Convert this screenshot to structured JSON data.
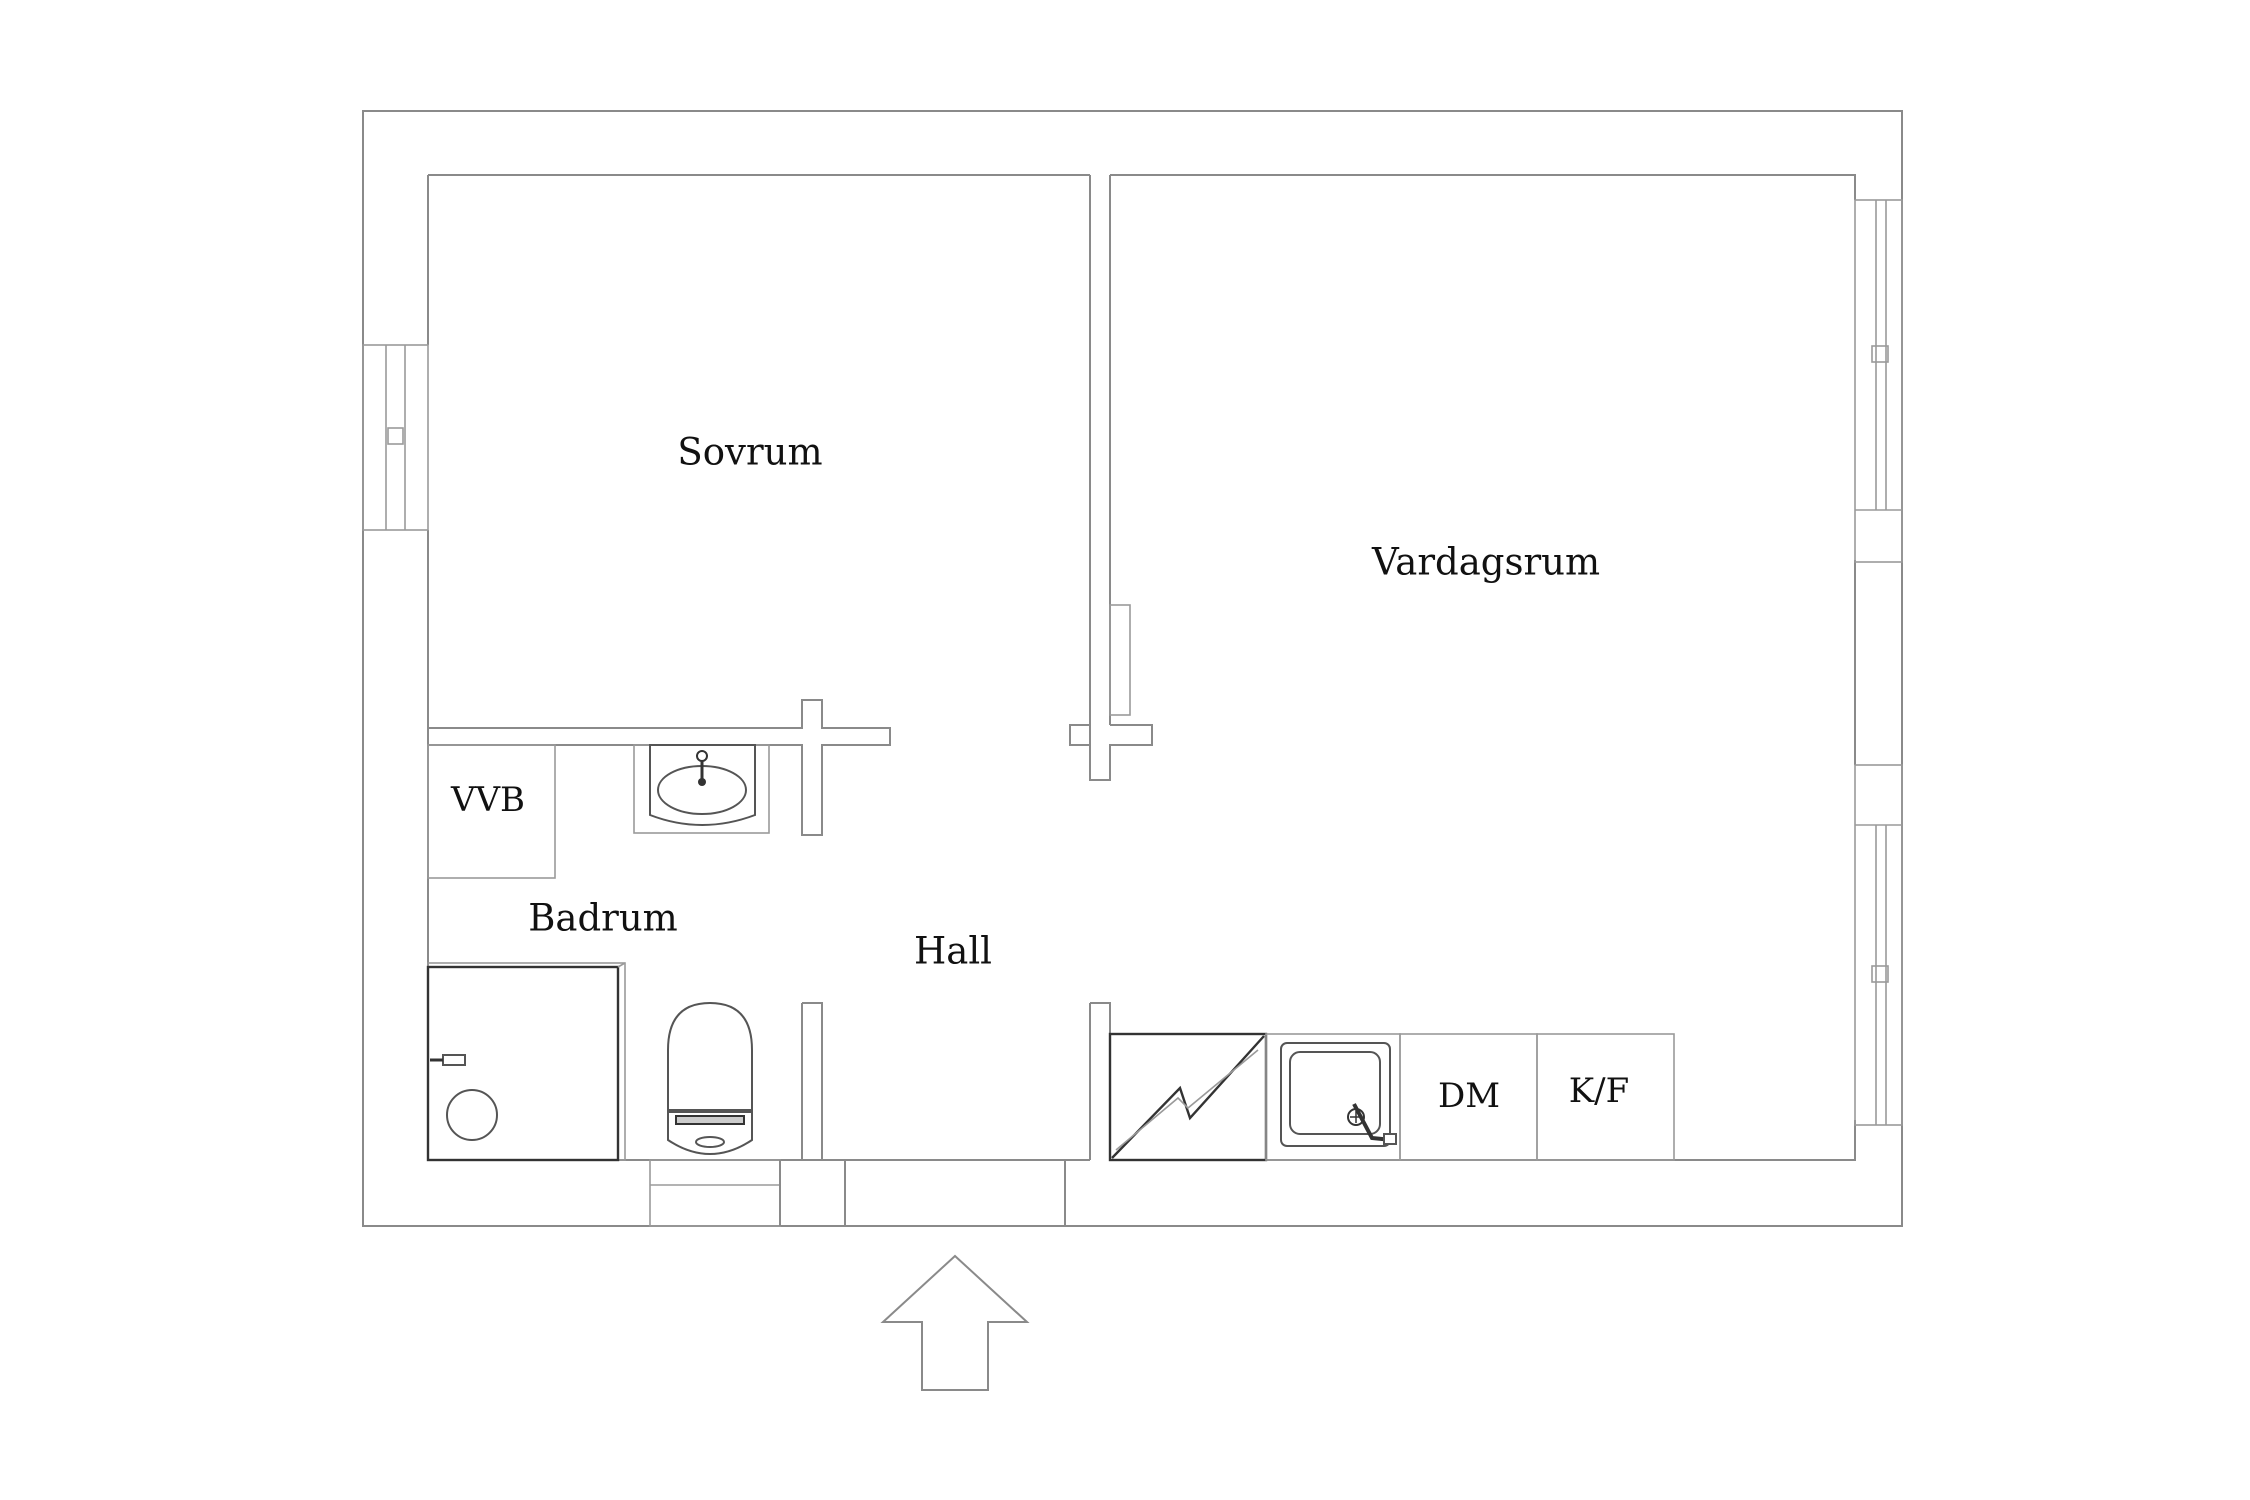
{
  "floor_plan": {
    "rooms": {
      "sovrum": "Sovrum",
      "vardagsrum": "Vardagsrum",
      "badrum": "Badrum",
      "hall": "Hall"
    },
    "appliances": {
      "vvb": "VVB",
      "dm": "DM",
      "kf": "K/F"
    },
    "colors": {
      "wall": "#8a8a8a",
      "background": "#ffffff",
      "text": "#111111"
    }
  }
}
